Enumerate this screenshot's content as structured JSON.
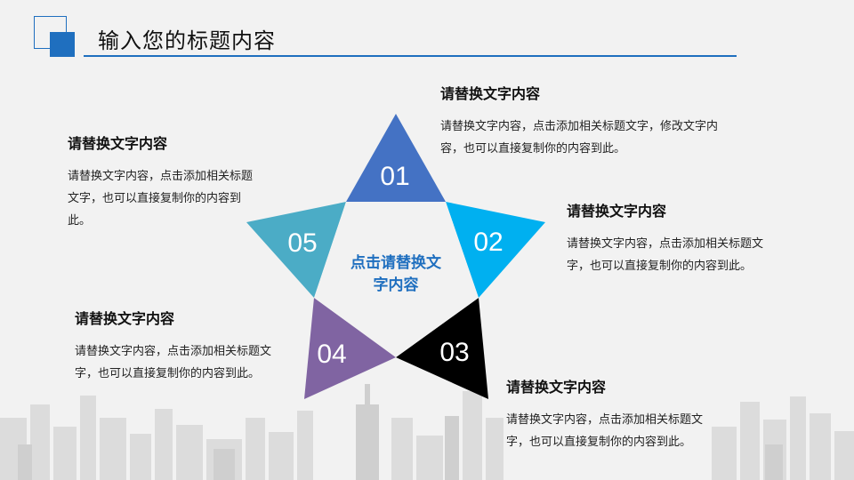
{
  "header": {
    "title": "输入您的标题内容"
  },
  "center_label": "点击请替换文字内容",
  "segments": [
    {
      "number": "01",
      "color": "#4472c4"
    },
    {
      "number": "02",
      "color": "#00b0f0"
    },
    {
      "number": "03",
      "color": "#000000"
    },
    {
      "number": "04",
      "color": "#8064a2"
    },
    {
      "number": "05",
      "color": "#4bacc6"
    }
  ],
  "blocks": [
    {
      "heading": "请替换文字内容",
      "text": "请替换文字内容，点击添加相关标题文字，修改文字内容，也可以直接复制你的内容到此。"
    },
    {
      "heading": "请替换文字内容",
      "text": "请替换文字内容，点击添加相关标题文字，也可以直接复制你的内容到此。"
    },
    {
      "heading": "请替换文字内容",
      "text": "请替换文字内容，点击添加相关标题文字，也可以直接复制你的内容到此。"
    },
    {
      "heading": "请替换文字内容",
      "text": "请替换文字内容，点击添加相关标题文字，也可以直接复制你的内容到此。"
    },
    {
      "heading": "请替换文字内容",
      "text": "请替换文字内容，点击添加相关标题文字，也可以直接复制你的内容到此。"
    }
  ]
}
